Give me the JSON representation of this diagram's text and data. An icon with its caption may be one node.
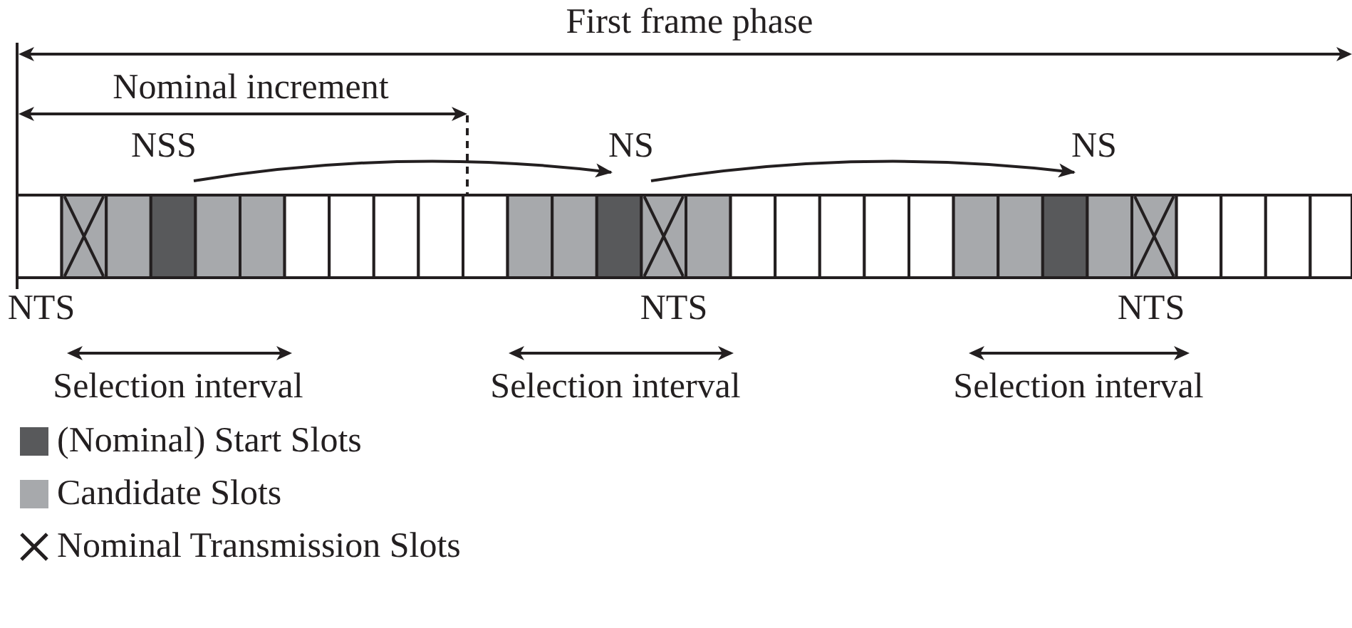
{
  "diagram": {
    "nodes": [
      {
        "text": [
          "NSS"
        ]
      },
      {
        "text": [
          "NS"
        ]
      },
      {
        "text": [
          "NS"
        ]
      }
    ],
    "edges": [
      {
        "from": 0,
        "to": 1,
        "arrow": "to"
      },
      {
        "from": 1,
        "to": 2,
        "arrow": "to"
      }
    ],
    "labels": [
      "First frame phase",
      "Nominal increment",
      "NTS",
      "NTS",
      "NTS",
      "Selection interval",
      "Selection interval",
      "Selection interval"
    ],
    "legend": [
      {
        "text": "(Nominal) Start Slots",
        "color": "#58595b"
      },
      {
        "text": "Candidate Slots",
        "color": "#a7a9ac"
      },
      {
        "text": "Nominal Transmission Slots"
      }
    ]
  }
}
